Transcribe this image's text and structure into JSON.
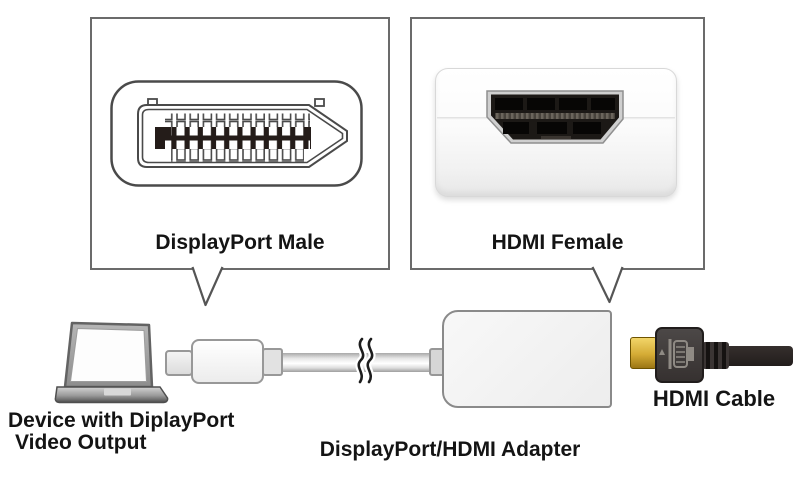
{
  "callout_boxes": [
    {
      "id": "displayport-male",
      "label": "DisplayPort Male"
    },
    {
      "id": "hdmi-female",
      "label": "HDMI Female"
    }
  ],
  "captions": {
    "device_line1": "Device with DiplayPort",
    "device_line2": "Video Output",
    "adapter": "DisplayPort/HDMI Adapter",
    "hdmi_cable": "HDMI Cable"
  },
  "colors": {
    "background": "#ffffff",
    "box_border": "#6b6b6b",
    "line_art": "#4a4a4a",
    "text": "#141414",
    "connector_band": "#241c19",
    "hdmi_gold": "#d9b440",
    "plug_dark": "#3e3a39",
    "cable_dark": "#2a2423",
    "adapter_fill": "#f2f2f2"
  }
}
